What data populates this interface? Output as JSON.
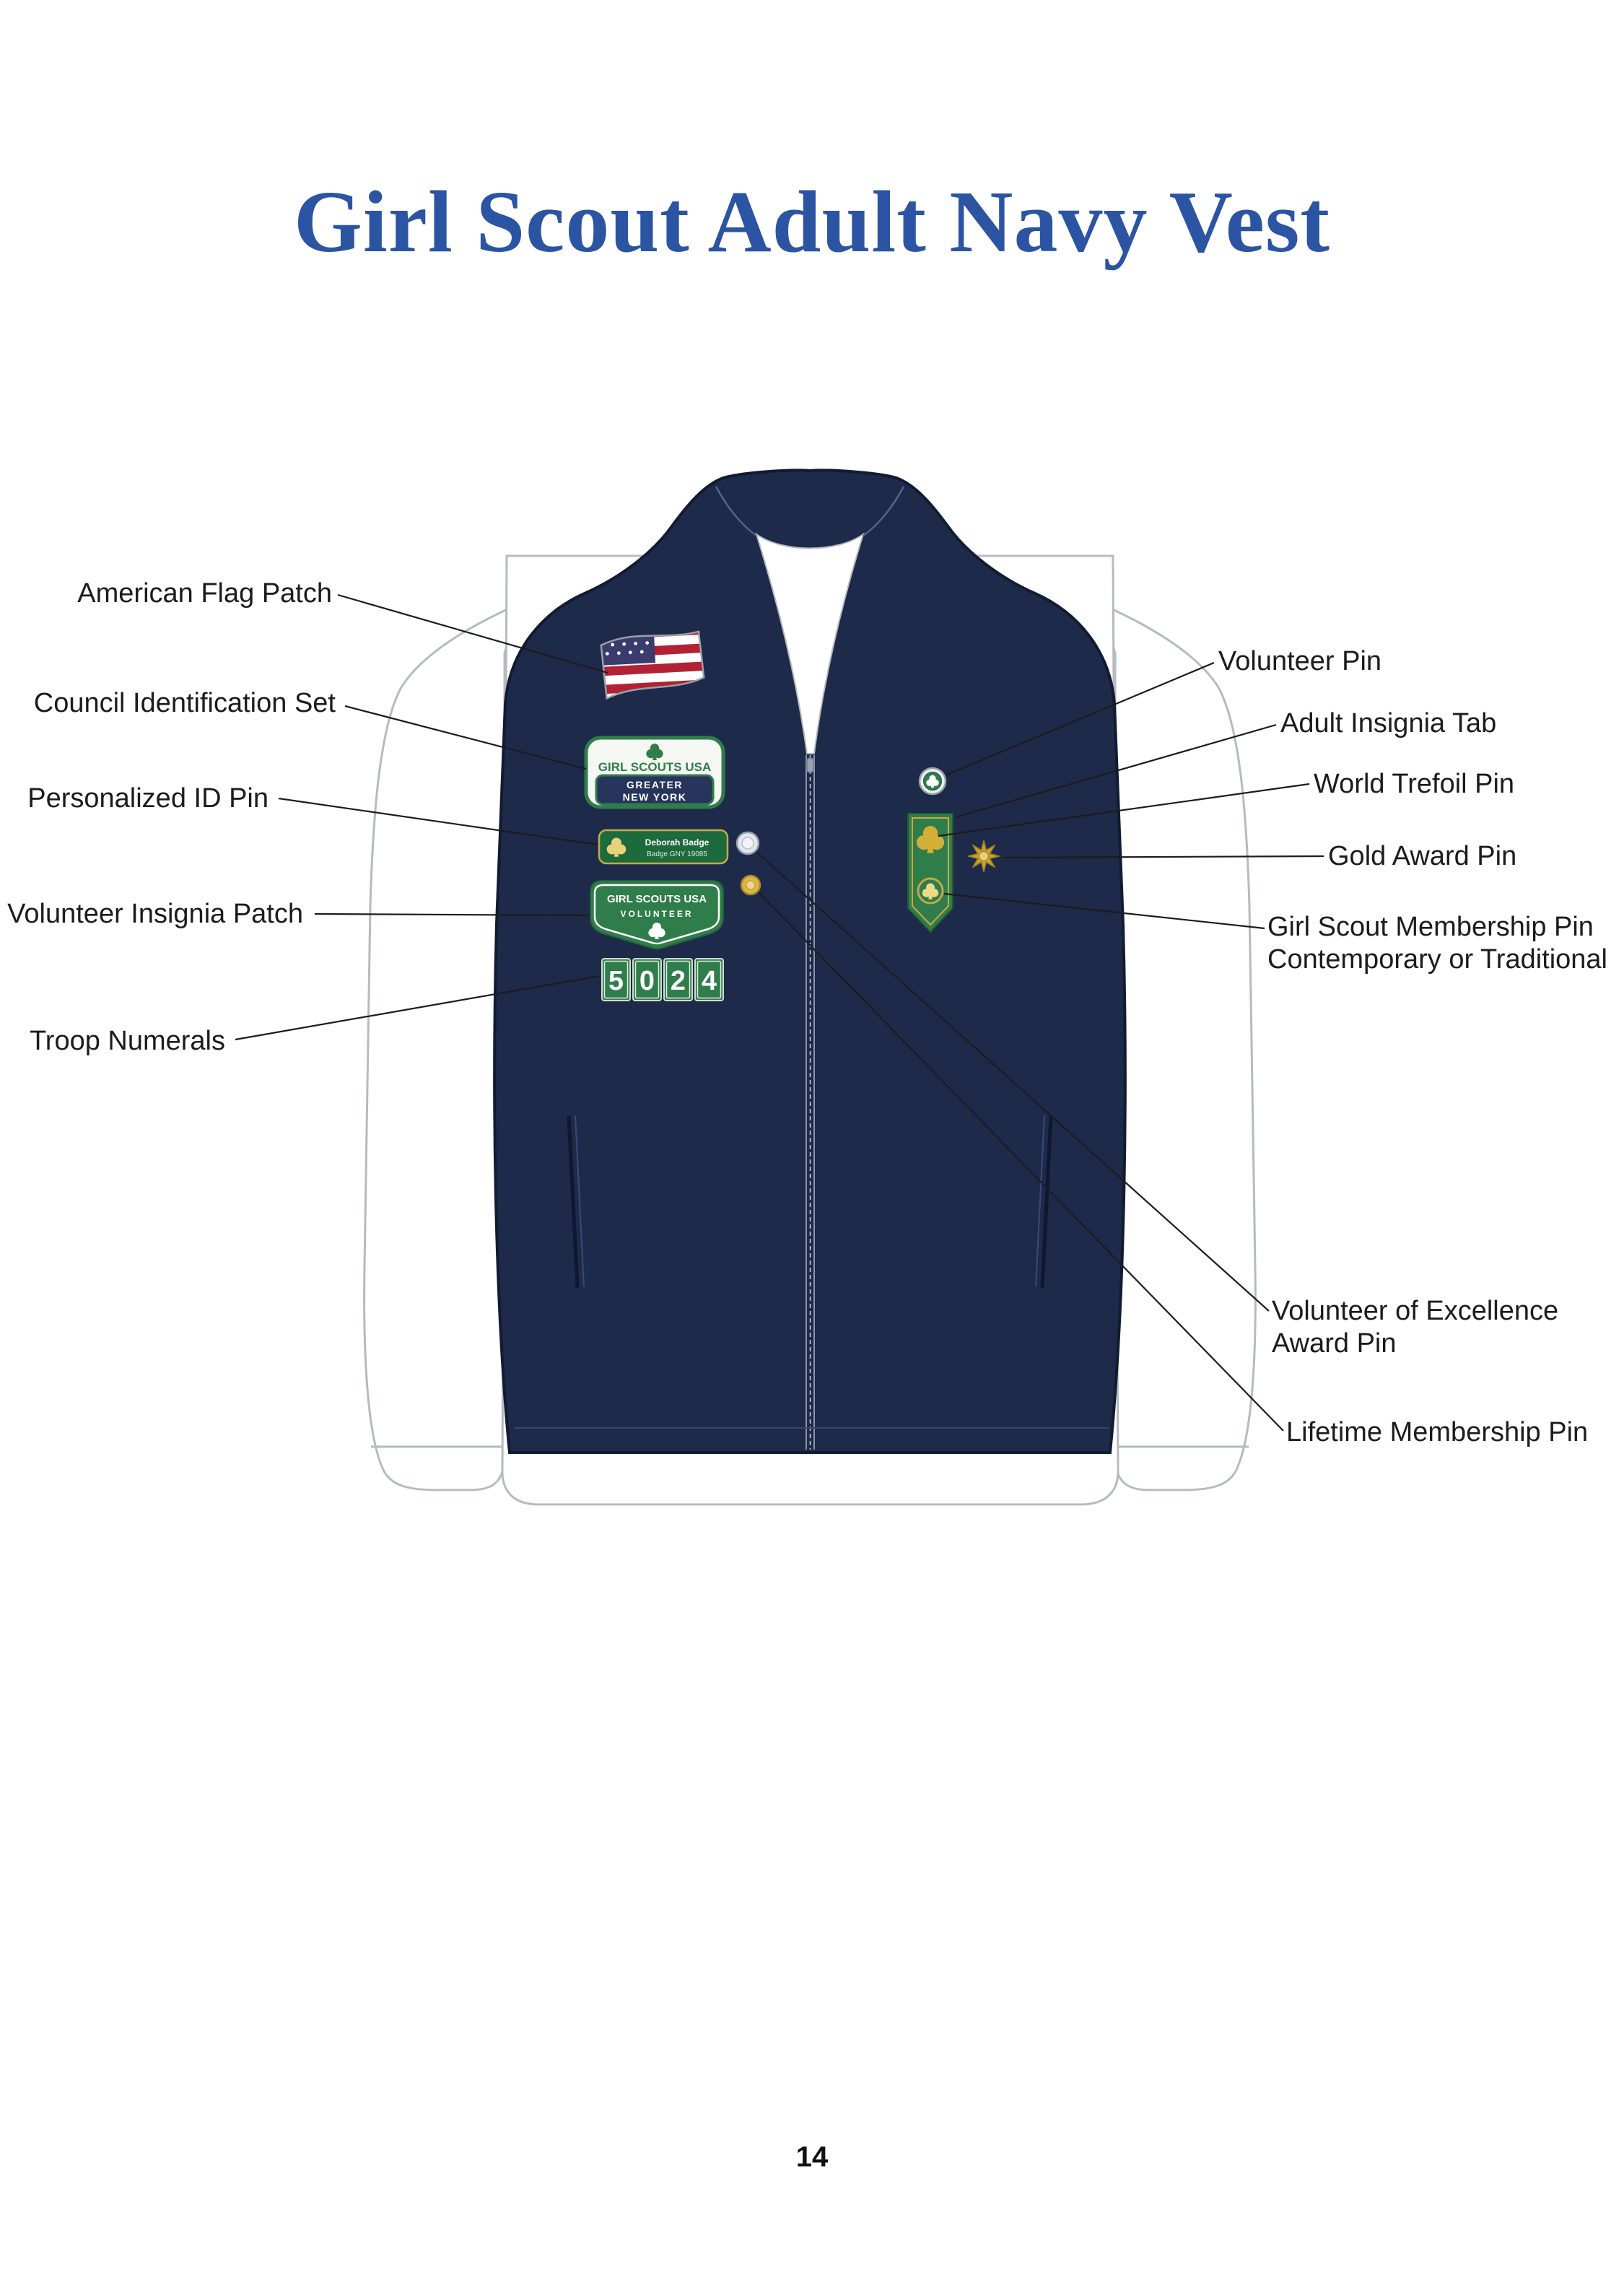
{
  "page": {
    "title": "Girl Scout Adult Navy Vest",
    "page_number": "14"
  },
  "callouts": {
    "american_flag": "American Flag Patch",
    "council_id": "Council Identification Set",
    "personalized_id": "Personalized ID Pin",
    "volunteer_insignia": "Volunteer Insignia Patch",
    "troop_numerals": "Troop Numerals",
    "volunteer_pin": "Volunteer Pin",
    "adult_insignia_tab": "Adult Insignia Tab",
    "world_trefoil": "World Trefoil Pin",
    "gold_award": "Gold Award Pin",
    "membership_pin": "Girl Scout Membership Pin\nContemporary or Traditional",
    "volunteer_excellence": "Volunteer of Excellence\nAward Pin",
    "lifetime_membership": "Lifetime Membership Pin"
  },
  "vest_art": {
    "council_patch_line1": "GIRL SCOUTS USA",
    "council_patch_line2": "GREATER",
    "council_patch_line3": "NEW YORK",
    "id_pin_line1": "Deborah Badge",
    "id_pin_line2": "Badge GNY 19085",
    "volunteer_patch_line1": "GIRL SCOUTS USA",
    "volunteer_patch_line2": "VOLUNTEER",
    "troop_numerals": "5024"
  },
  "colors": {
    "title_blue": "#2b54a3",
    "vest_navy": "#1e2a49",
    "patch_green": "#2f7d4a",
    "gold": "#c9a233",
    "flag_red": "#b22234",
    "flag_blue": "#3c3b6e",
    "line_black": "#1c1c1c"
  }
}
